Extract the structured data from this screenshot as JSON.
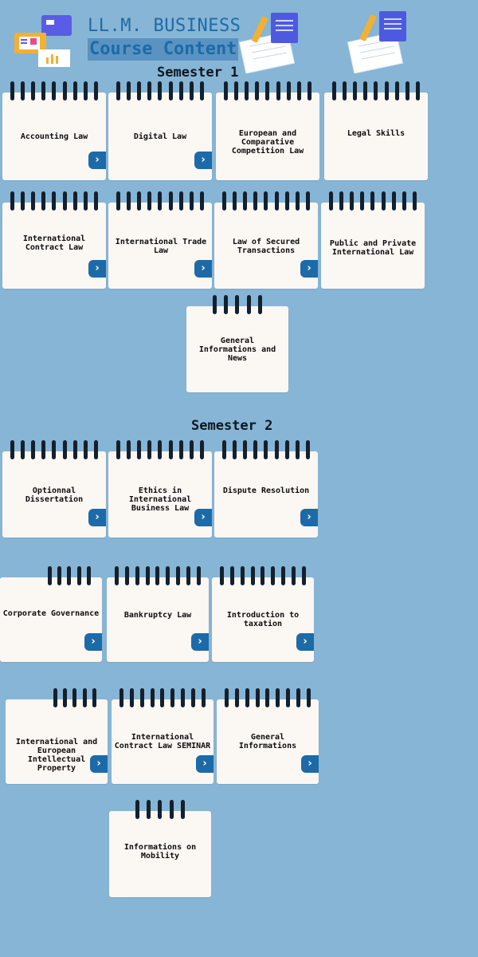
{
  "header": {
    "title_line1": "LL.M. BUSINESS",
    "title_line2": "Course Content"
  },
  "semester1": {
    "label": "Semester 1",
    "cards": [
      {
        "title": "Accounting Law"
      },
      {
        "title": "Digital Law"
      },
      {
        "title": "European and Comparative Competition Law"
      },
      {
        "title": "Legal Skills"
      },
      {
        "title": "International Contract Law"
      },
      {
        "title": "International Trade Law"
      },
      {
        "title": "Law of Secured Transactions"
      },
      {
        "title": "Public and Private International Law"
      },
      {
        "title": "General Informations and News"
      }
    ]
  },
  "semester2": {
    "label": "Semester 2",
    "cards": [
      {
        "title": "Optionnal Dissertation"
      },
      {
        "title": "Ethics in International Business Law"
      },
      {
        "title": "Dispute Resolution"
      },
      {
        "title": "Corporate Governance"
      },
      {
        "title": "Bankruptcy Law"
      },
      {
        "title": "Introduction to taxation"
      },
      {
        "title": "International and European Intellectual Property"
      },
      {
        "title": "International Contract Law SEMINAR"
      },
      {
        "title": "General Informations"
      },
      {
        "title": "Informations on Mobility"
      }
    ]
  },
  "icons": {
    "arrow": "chevron-right-icon"
  },
  "colors": {
    "background": "#87b5d5",
    "accent": "#1d6aa8",
    "card": "#fbf7f3",
    "rings": "#13202e"
  }
}
